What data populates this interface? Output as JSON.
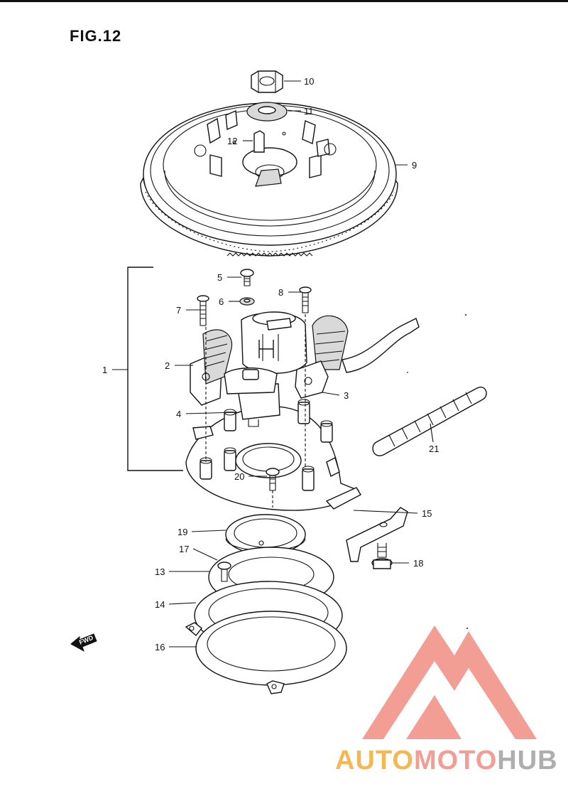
{
  "figure": {
    "title": "FIG.12"
  },
  "callouts": [
    {
      "id": "c10",
      "label": "10"
    },
    {
      "id": "c11",
      "label": "11"
    },
    {
      "id": "c12",
      "label": "12"
    },
    {
      "id": "c9",
      "label": "9"
    },
    {
      "id": "c5",
      "label": "5"
    },
    {
      "id": "c8",
      "label": "8"
    },
    {
      "id": "c6",
      "label": "6"
    },
    {
      "id": "c7",
      "label": "7"
    },
    {
      "id": "c2",
      "label": "2"
    },
    {
      "id": "c1",
      "label": "1"
    },
    {
      "id": "c3",
      "label": "3"
    },
    {
      "id": "c4",
      "label": "4"
    },
    {
      "id": "c21",
      "label": "21"
    },
    {
      "id": "c20",
      "label": "20"
    },
    {
      "id": "c15",
      "label": "15"
    },
    {
      "id": "c19",
      "label": "19"
    },
    {
      "id": "c17",
      "label": "17"
    },
    {
      "id": "c18",
      "label": "18"
    },
    {
      "id": "c13",
      "label": "13"
    },
    {
      "id": "c14",
      "label": "14"
    },
    {
      "id": "c16",
      "label": "16"
    }
  ],
  "direction_marker": {
    "label": "FWD"
  },
  "watermark": {
    "part1": "AUTO",
    "part2": "MOTO",
    "part3": "HUB",
    "color_part1": "#f5b041",
    "color_part2": "#f1948a",
    "color_part3": "#a6a6a6",
    "logo_color": "#f1948a"
  }
}
